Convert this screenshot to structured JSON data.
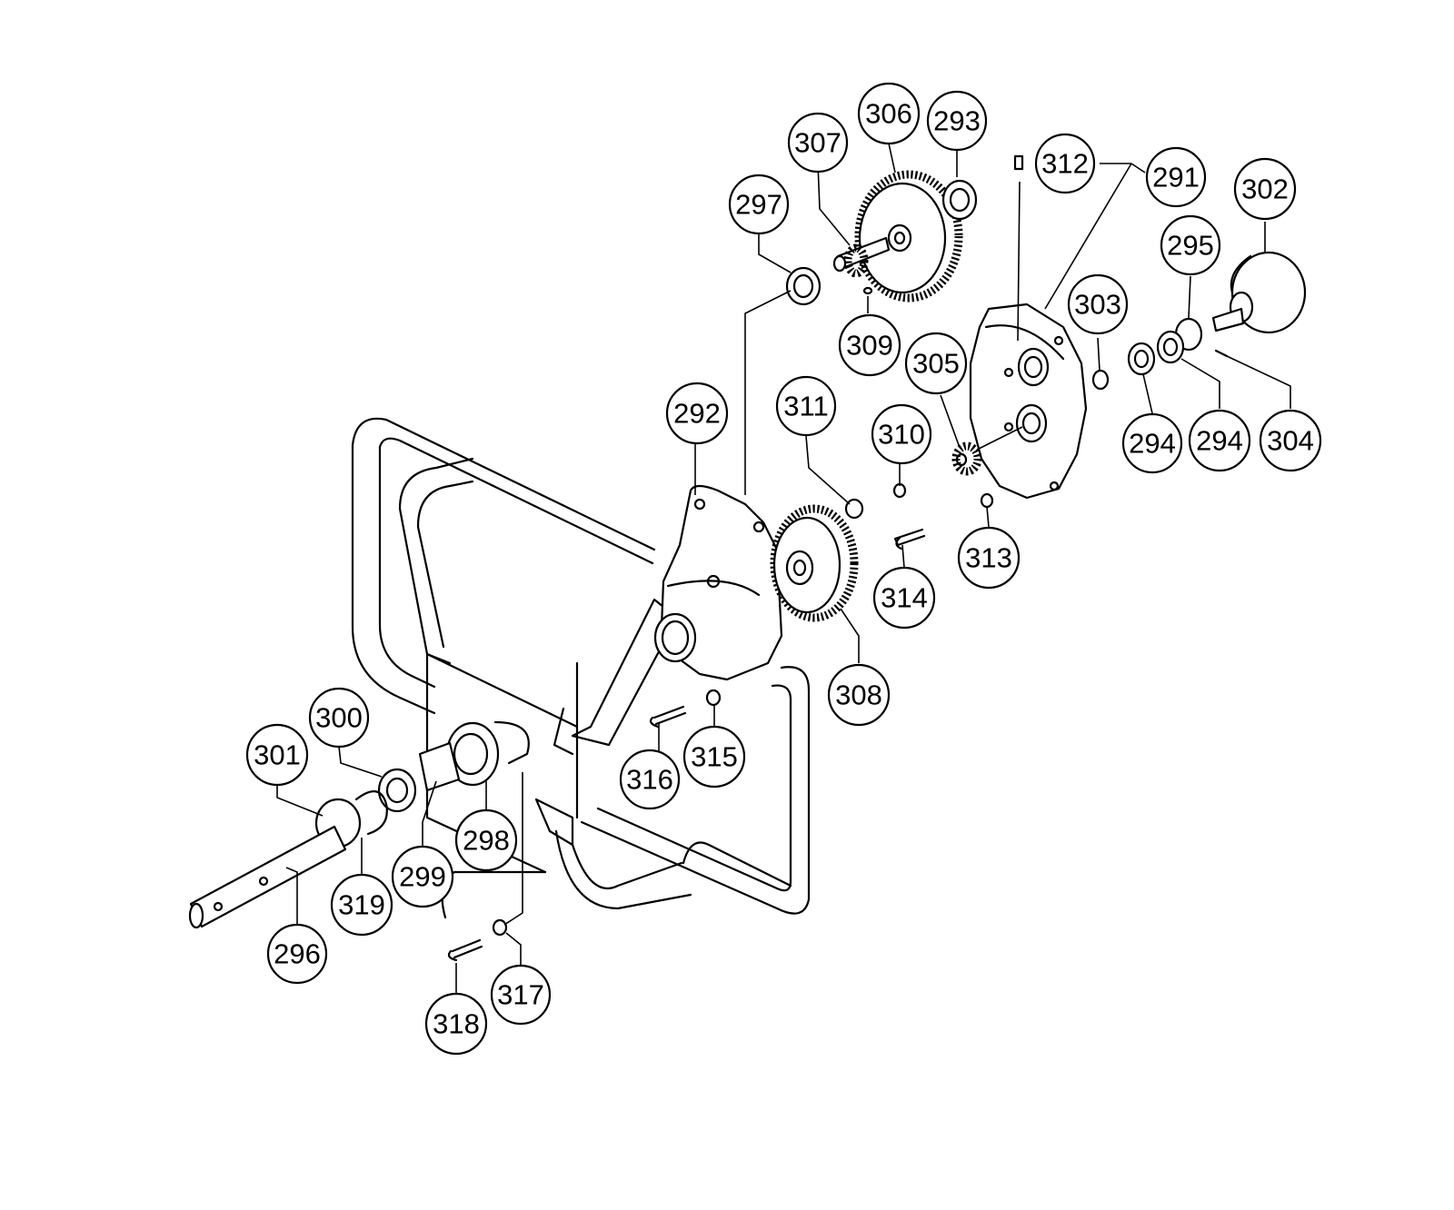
{
  "callouts": [
    {
      "id": "c306",
      "label": "306"
    },
    {
      "id": "c293",
      "label": "293"
    },
    {
      "id": "c307",
      "label": "307"
    },
    {
      "id": "c312",
      "label": "312"
    },
    {
      "id": "c291",
      "label": "291"
    },
    {
      "id": "c302",
      "label": "302"
    },
    {
      "id": "c297",
      "label": "297"
    },
    {
      "id": "c295",
      "label": "295"
    },
    {
      "id": "c303",
      "label": "303"
    },
    {
      "id": "c309",
      "label": "309"
    },
    {
      "id": "c305",
      "label": "305"
    },
    {
      "id": "c292",
      "label": "292"
    },
    {
      "id": "c311",
      "label": "311"
    },
    {
      "id": "c310",
      "label": "310"
    },
    {
      "id": "c294a",
      "label": "294"
    },
    {
      "id": "c294b",
      "label": "294"
    },
    {
      "id": "c304",
      "label": "304"
    },
    {
      "id": "c313",
      "label": "313"
    },
    {
      "id": "c314",
      "label": "314"
    },
    {
      "id": "c308",
      "label": "308"
    },
    {
      "id": "c300",
      "label": "300"
    },
    {
      "id": "c301",
      "label": "301"
    },
    {
      "id": "c316",
      "label": "316"
    },
    {
      "id": "c315",
      "label": "315"
    },
    {
      "id": "c298",
      "label": "298"
    },
    {
      "id": "c299",
      "label": "299"
    },
    {
      "id": "c319",
      "label": "319"
    },
    {
      "id": "c296",
      "label": "296"
    },
    {
      "id": "c317",
      "label": "317"
    },
    {
      "id": "c318",
      "label": "318"
    }
  ]
}
